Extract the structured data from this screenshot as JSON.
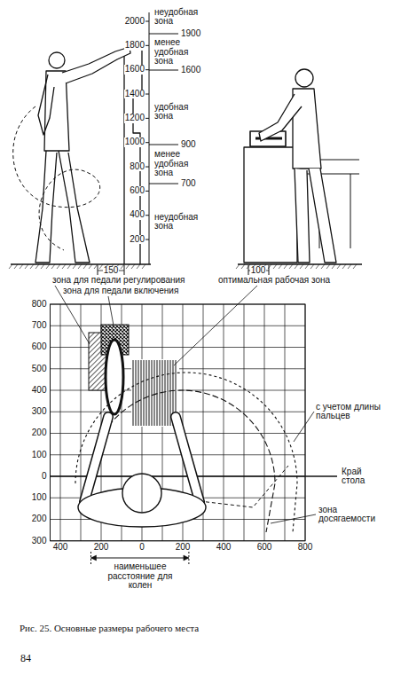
{
  "diagram": {
    "caption": "Рис. 25. Основные размеры рабочего места",
    "labels": [
      "2000",
      "неудобная зона",
      "1800",
      "1900",
      "менее удобная зона",
      "1600",
      "1600",
      "1400",
      "1200",
      "удобная зона",
      "1000",
      "900",
      "800",
      "менее удобная зона",
      "700",
      "600",
      "400",
      "неудобная зона",
      "200",
      "150",
      "100",
      "зона для педали регулирования",
      "зона для педали включения",
      "оптимальная рабочая зона",
      "800",
      "700",
      "600",
      "500",
      "400",
      "300",
      "200",
      "100",
      "0",
      "100",
      "200",
      "300",
      "400",
      "200",
      "0",
      "200",
      "400",
      "600",
      "800",
      "с учетом длины пальцев",
      "Край стола",
      "зона досягаемости",
      "наименьшее расстояние для колен",
      "84"
    ]
  }
}
